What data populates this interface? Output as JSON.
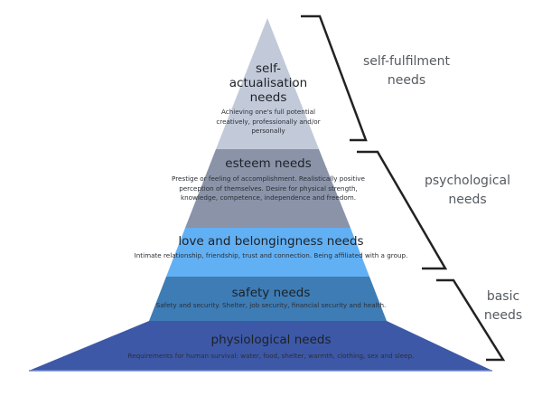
{
  "diagram": {
    "type": "pyramid",
    "levels": [
      {
        "title": "self-actualisation needs",
        "title_lines": [
          "self-",
          "actualisation",
          "needs"
        ],
        "description": "Achieving one's full potential creatively, professionally and/or personally",
        "color": "#c2cad9"
      },
      {
        "title": "esteem needs",
        "description": "Prestige or feeling of accomplishment. Realistically positive perception of themselves. Desire for physical strength, knowledge, competence, independence and freedom.",
        "color": "#8a93a8"
      },
      {
        "title": "love and belongingness needs",
        "description": "Intimate relationship, friendship, trust and connection. Being affiliated with a group.",
        "color": "#62b0f4"
      },
      {
        "title": "safety needs",
        "description": "Safety and security. Shelter, job security, financial security and health.",
        "color": "#3e7cb5"
      },
      {
        "title": "physiological needs",
        "description": "Requirements for human survival: water, food, shelter, warmth, clothing, sex and sleep.",
        "color": "#3d58a6"
      }
    ],
    "groups": [
      {
        "label_lines": [
          "self-fulfilment",
          "needs"
        ],
        "spans": [
          "self-actualisation needs"
        ]
      },
      {
        "label_lines": [
          "psychological",
          "needs"
        ],
        "spans": [
          "esteem needs",
          "love and belongingness needs"
        ]
      },
      {
        "label_lines": [
          "basic",
          "needs"
        ],
        "spans": [
          "safety needs",
          "physiological needs"
        ]
      }
    ]
  }
}
